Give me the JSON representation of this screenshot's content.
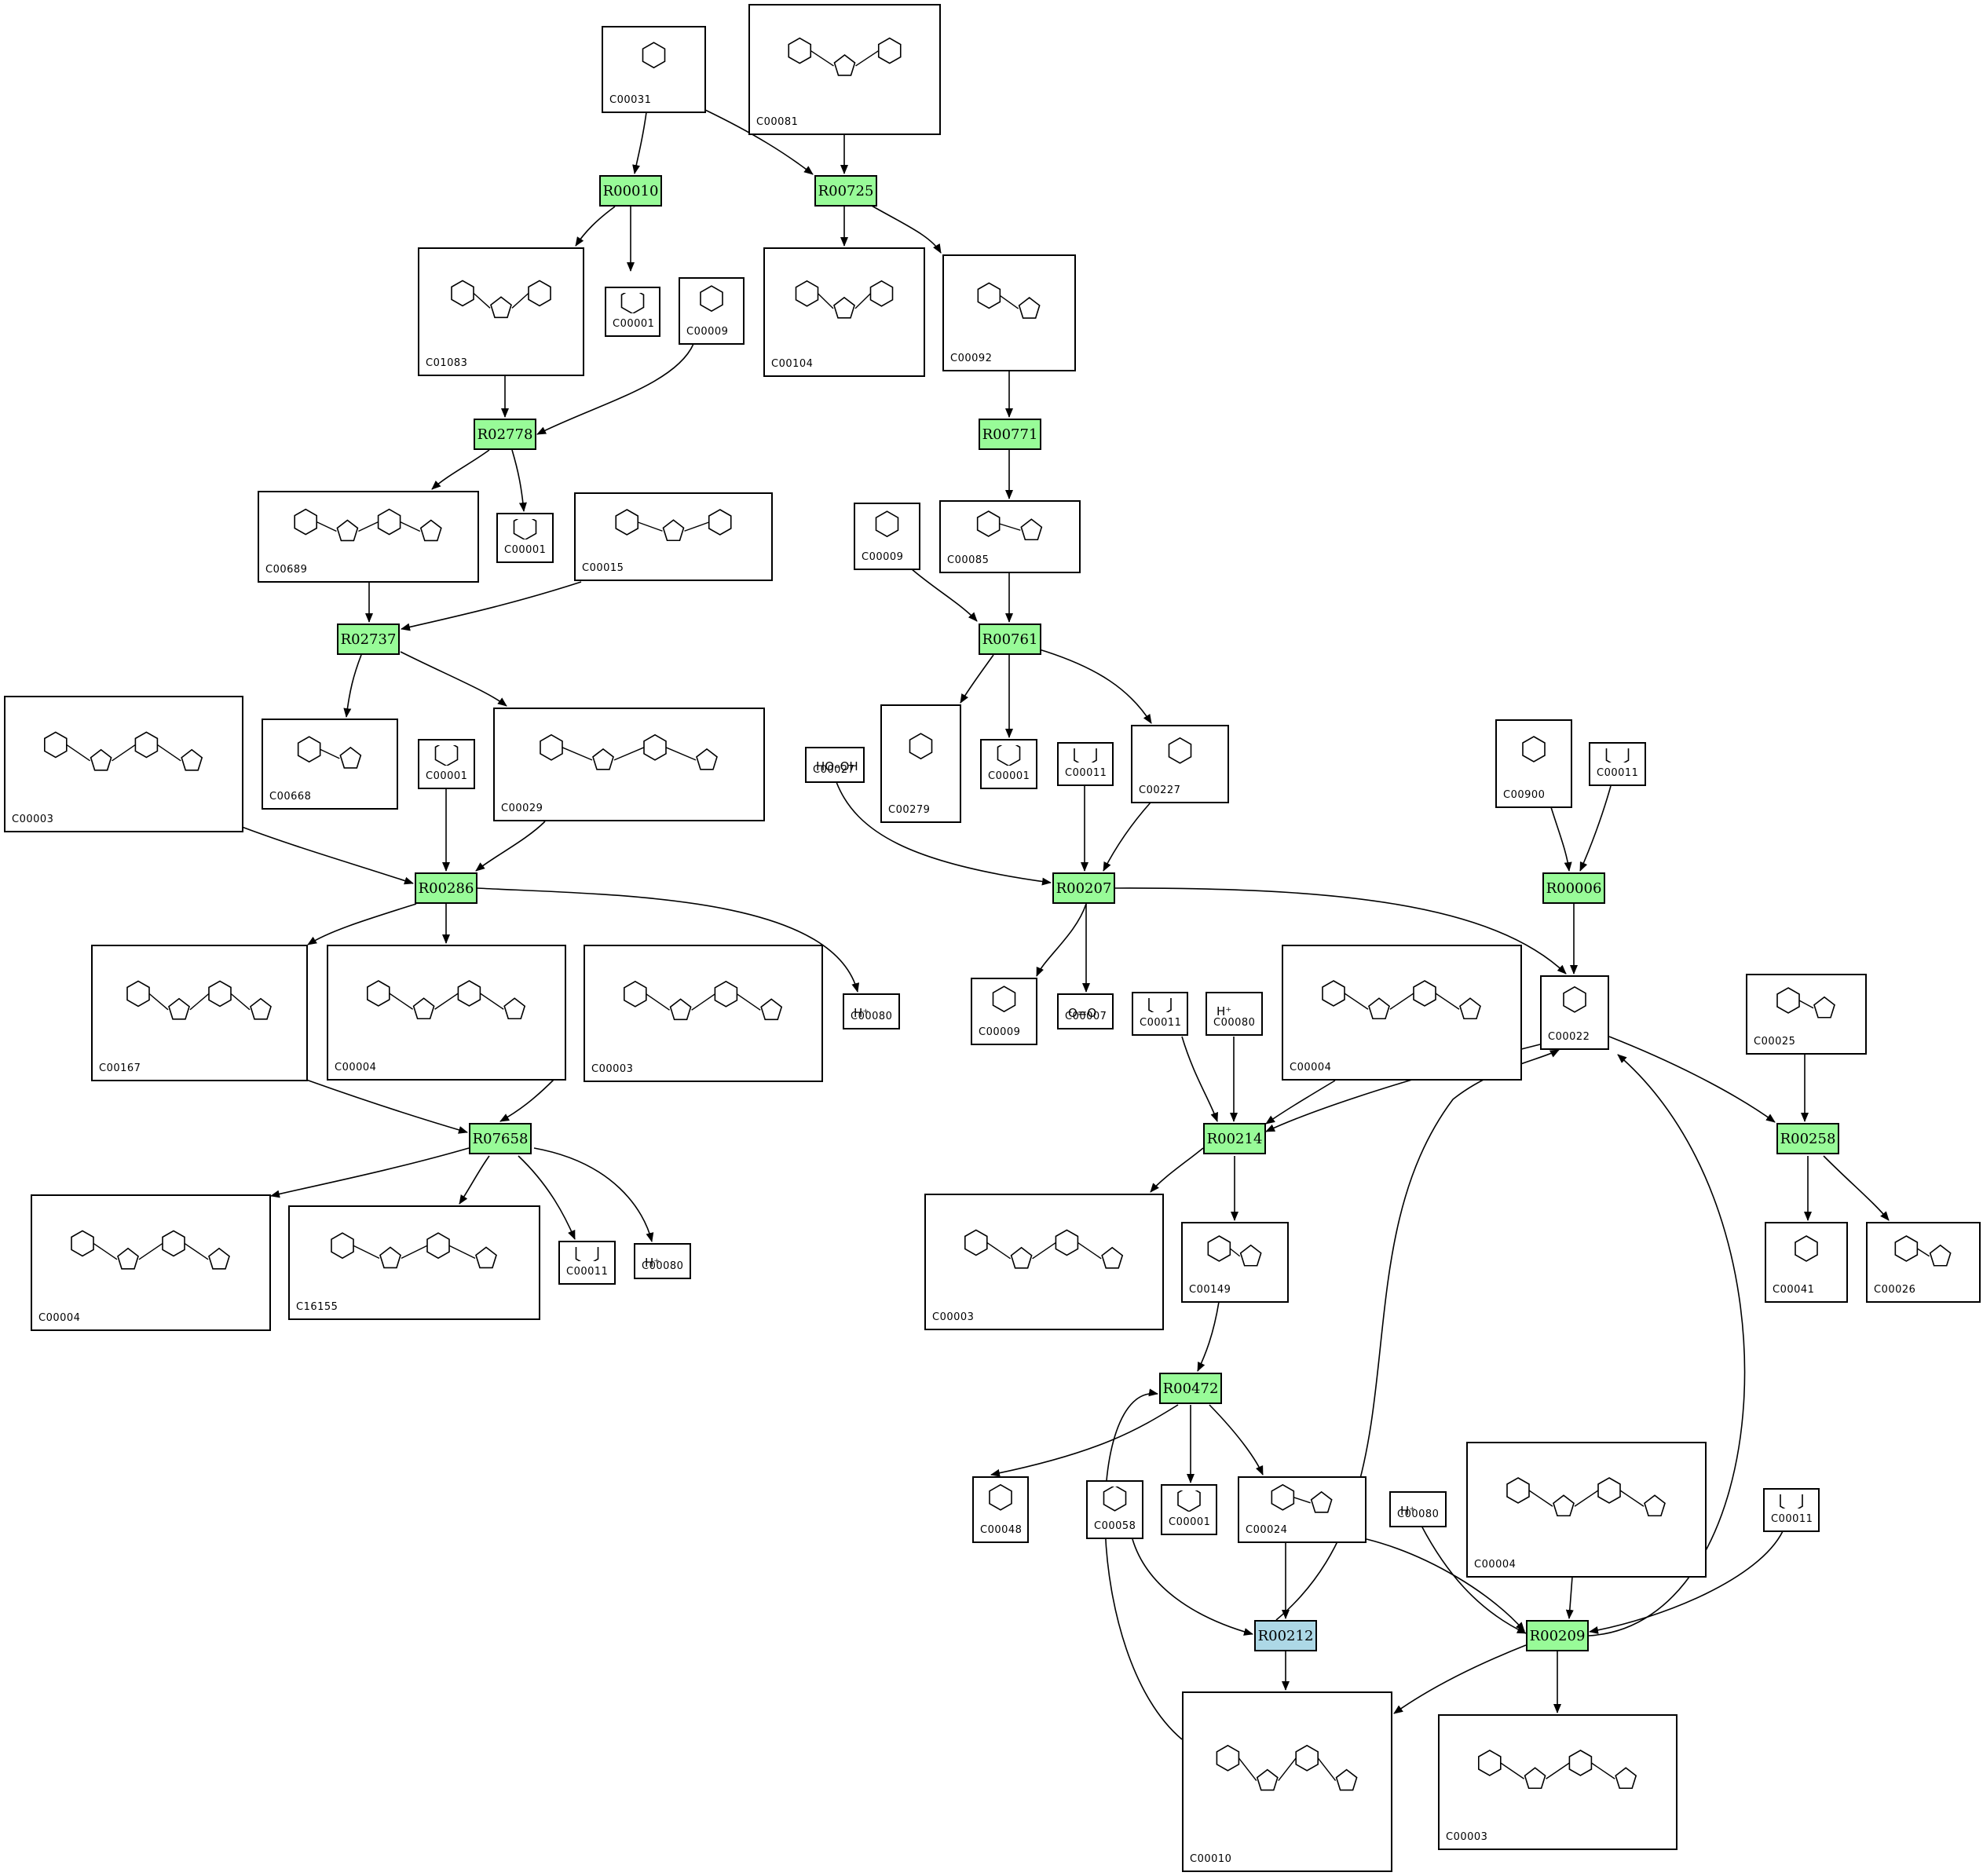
{
  "colors": {
    "reaction": "#98fb98",
    "reaction_selected": "#add8e6",
    "edge": "#000000"
  },
  "reactions": [
    {
      "id": "R00010"
    },
    {
      "id": "R00725"
    },
    {
      "id": "R02778"
    },
    {
      "id": "R00771"
    },
    {
      "id": "R02737"
    },
    {
      "id": "R00761"
    },
    {
      "id": "R00286"
    },
    {
      "id": "R00207"
    },
    {
      "id": "R00006"
    },
    {
      "id": "R07658"
    },
    {
      "id": "R00214"
    },
    {
      "id": "R00258"
    },
    {
      "id": "R00472"
    },
    {
      "id": "R00212",
      "selected": true
    },
    {
      "id": "R00209"
    }
  ],
  "compounds": [
    {
      "code": "C00031"
    },
    {
      "code": "C00081"
    },
    {
      "code": "C01083"
    },
    {
      "code": "C00001"
    },
    {
      "code": "C00009"
    },
    {
      "code": "C00104"
    },
    {
      "code": "C00092"
    },
    {
      "code": "C00689"
    },
    {
      "code": "C00001"
    },
    {
      "code": "C00015"
    },
    {
      "code": "C00009"
    },
    {
      "code": "C00085"
    },
    {
      "code": "C00003"
    },
    {
      "code": "C00668"
    },
    {
      "code": "C00001"
    },
    {
      "code": "C00029"
    },
    {
      "code": "C00027",
      "formula": "HO–OH"
    },
    {
      "code": "C00279"
    },
    {
      "code": "C00001"
    },
    {
      "code": "C00011"
    },
    {
      "code": "C00227"
    },
    {
      "code": "C00900"
    },
    {
      "code": "C00011"
    },
    {
      "code": "C00167"
    },
    {
      "code": "C00004"
    },
    {
      "code": "C00003"
    },
    {
      "code": "C00080",
      "formula": "H⁺"
    },
    {
      "code": "C00009"
    },
    {
      "code": "C00007",
      "formula": "O=O"
    },
    {
      "code": "C00011"
    },
    {
      "code": "C00080",
      "formula": "H⁺"
    },
    {
      "code": "C00004"
    },
    {
      "code": "C00022"
    },
    {
      "code": "C00025"
    },
    {
      "code": "C00004"
    },
    {
      "code": "C16155"
    },
    {
      "code": "C00011"
    },
    {
      "code": "C00080",
      "formula": "H⁺"
    },
    {
      "code": "C00003"
    },
    {
      "code": "C00149"
    },
    {
      "code": "C00041"
    },
    {
      "code": "C00026"
    },
    {
      "code": "C00048"
    },
    {
      "code": "C00058"
    },
    {
      "code": "C00001"
    },
    {
      "code": "C00024"
    },
    {
      "code": "C00080",
      "formula": "H⁺"
    },
    {
      "code": "C00004"
    },
    {
      "code": "C00011"
    },
    {
      "code": "C00010"
    },
    {
      "code": "C00003"
    }
  ]
}
